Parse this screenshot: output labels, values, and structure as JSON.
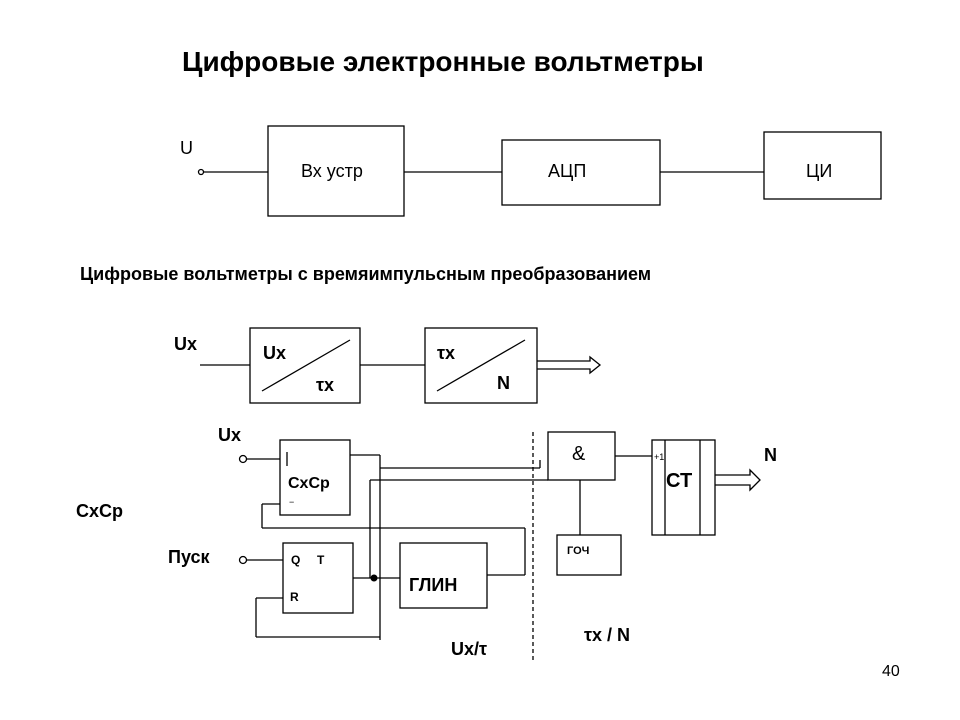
{
  "title": "Цифровые электронные вольтметры",
  "top_diagram": {
    "input_label": "U",
    "blocks": [
      "Вх устр",
      "АЦП",
      "ЦИ"
    ]
  },
  "subtitle": "Цифровые вольтметры с времяимпульсным преобразованием",
  "converter_diagram": {
    "input_label": "Ux",
    "block1": {
      "top": "Ux",
      "bottom": "x"
    },
    "block2": {
      "top": "x",
      "bottom": "N"
    },
    "tau_symbol": "τ"
  },
  "scheme": {
    "ux_input": "Ux",
    "cxcp_side_label": "CxCp",
    "cxcp_block": "CxCp",
    "plus_sign": "+",
    "minus_sign": "−",
    "start_label": "Пуск",
    "trigger_q": "Q",
    "trigger_t": "T",
    "trigger_r": "R",
    "glin_block": "ГЛИН",
    "and_block": "&",
    "goch_block": "ГОЧ",
    "counter_plus1": "+1",
    "counter_label": "СТ",
    "output_n": "N",
    "ux_tau": "Ux/τ",
    "tau_x_n": "τx / N"
  },
  "page_number": "40"
}
